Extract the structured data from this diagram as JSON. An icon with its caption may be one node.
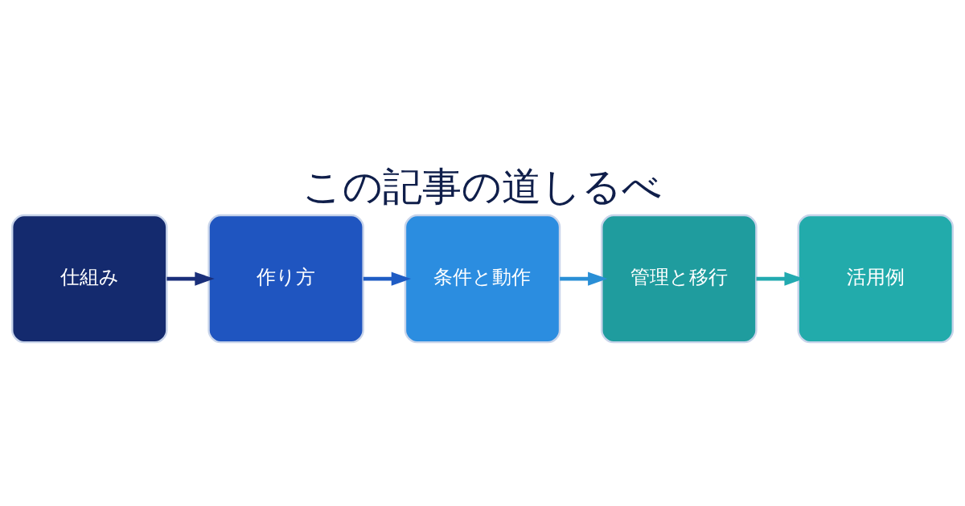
{
  "diagram": {
    "title": "この記事の道しるべ",
    "nodes": [
      {
        "text": [
          "仕組み"
        ]
      },
      {
        "text": [
          "作り方"
        ]
      },
      {
        "text": [
          "条件と動作"
        ]
      },
      {
        "text": [
          "管理と移行"
        ]
      },
      {
        "text": [
          "活用例"
        ]
      }
    ],
    "edges": [
      {
        "from": 0,
        "to": 1,
        "arrow": "to",
        "color": "#1a2f7a"
      },
      {
        "from": 1,
        "to": 2,
        "arrow": "to",
        "color": "#1f5cc4"
      },
      {
        "from": 2,
        "to": 3,
        "arrow": "to",
        "color": "#2a8fd6"
      },
      {
        "from": 3,
        "to": 4,
        "arrow": "to",
        "color": "#22aab0"
      }
    ]
  }
}
